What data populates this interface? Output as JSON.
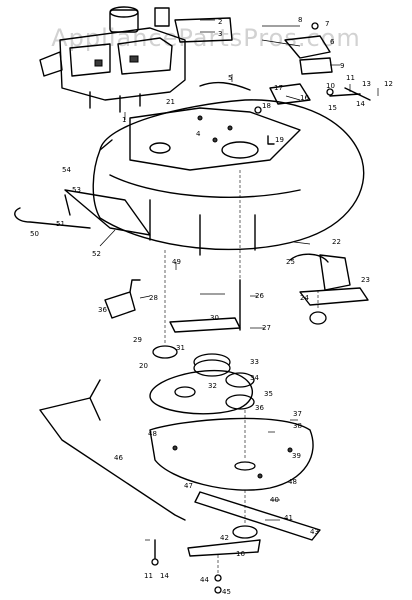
{
  "watermark": "AppliancePartsPros.com",
  "callouts": [
    "1",
    "2",
    "3",
    "4",
    "5",
    "6",
    "7",
    "8",
    "9",
    "10",
    "11",
    "12",
    "13",
    "14",
    "15",
    "16",
    "17",
    "18",
    "19",
    "20",
    "21",
    "22",
    "23",
    "24",
    "25",
    "26",
    "27",
    "28",
    "29",
    "30",
    "31",
    "32",
    "33",
    "34",
    "35",
    "36",
    "37",
    "38",
    "39",
    "40",
    "41",
    "42",
    "43",
    "44",
    "45",
    "46",
    "47",
    "48",
    "49",
    "50",
    "51",
    "52",
    "53",
    "54"
  ],
  "icons": {
    "engine": "engine-icon",
    "deck": "mower-deck-icon",
    "pulley": "pulley-icon",
    "belt": "belt-icon",
    "blade": "blade-icon",
    "bolt": "bolt-icon"
  }
}
